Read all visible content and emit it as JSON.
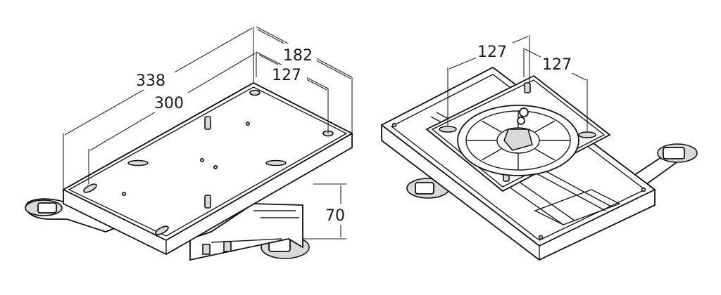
{
  "left_view": {
    "dimensions": {
      "length_outer": "338",
      "length_inner": "300",
      "width_outer": "182",
      "width_inner": "127",
      "height": "70"
    }
  },
  "right_view": {
    "dimensions": {
      "slot_spacing_a": "127",
      "slot_spacing_b": "127"
    }
  }
}
